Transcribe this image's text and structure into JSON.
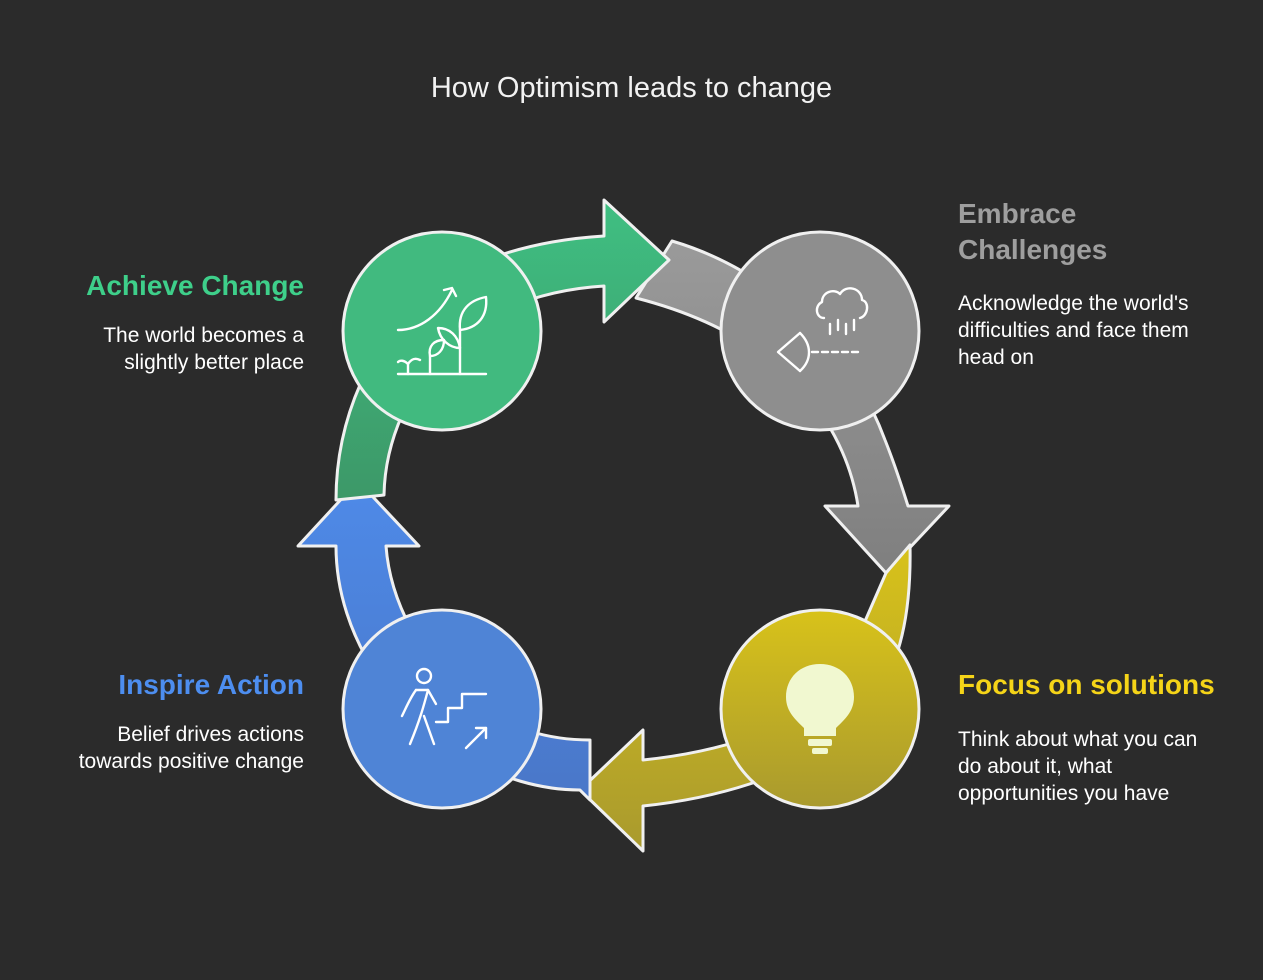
{
  "title": "How Optimism leads to change",
  "steps": [
    {
      "heading": "Embrace\nChallenges",
      "description": "Acknowledge the world's\ndifficulties and face them\nhead on",
      "color": "#8a8a8a",
      "heading_color": "#9e9e9e",
      "icon": "rain-cloud-icon"
    },
    {
      "heading": "Focus on solutions",
      "description": "Think about what you can\ndo about it, what\nopportunities you have",
      "color": "#c2ac1e",
      "heading_color": "#f5d418",
      "icon": "lightbulb-icon"
    },
    {
      "heading": "Inspire Action",
      "description": "Belief drives actions\ntowards positive change",
      "color": "#4d82d9",
      "heading_color": "#4d8ef0",
      "icon": "person-climbing-stairs-icon"
    },
    {
      "heading": "Achieve Change",
      "description": "The world becomes a\nslightly better place",
      "color": "#3fb17a",
      "heading_color": "#3ecf8a",
      "icon": "growing-plant-icon"
    }
  ]
}
